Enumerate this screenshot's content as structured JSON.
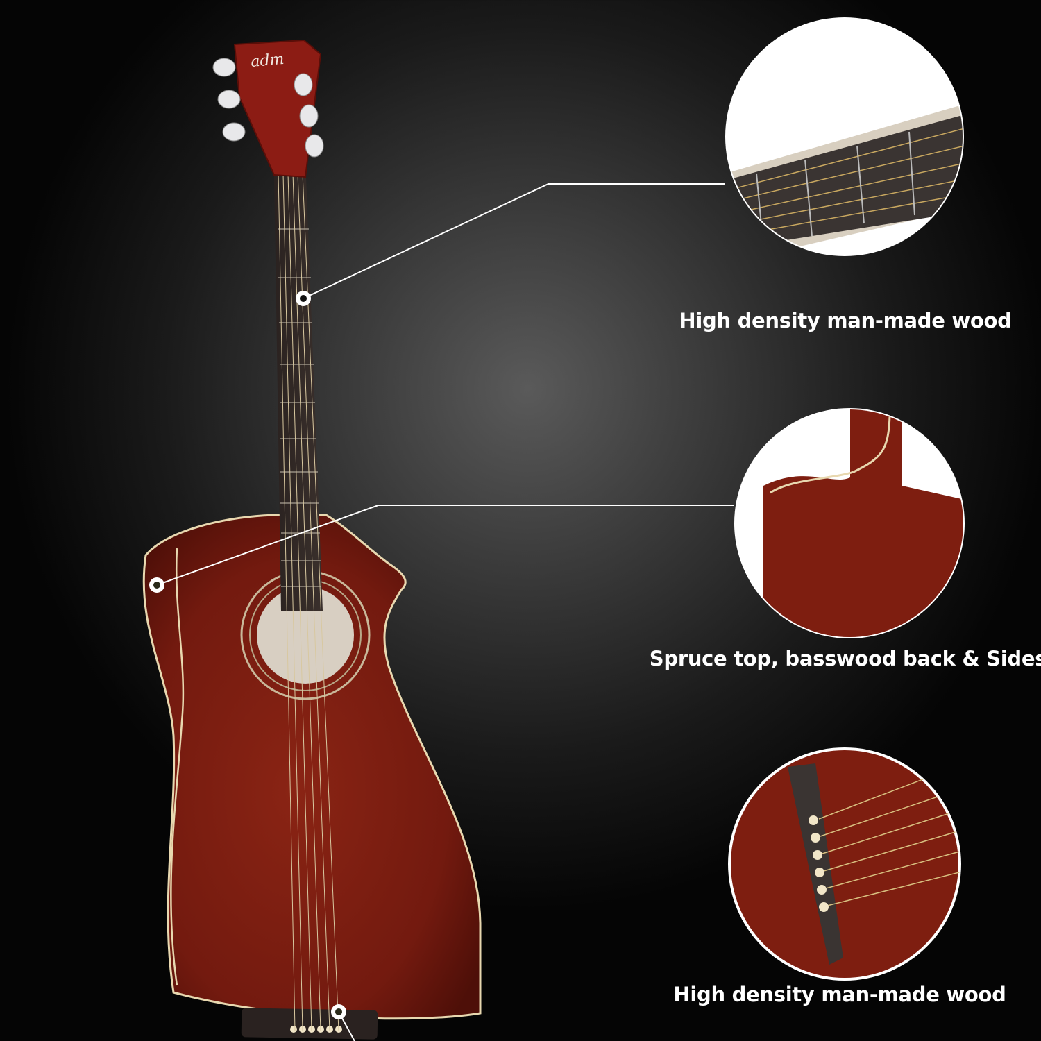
{
  "brand_logo": "adm",
  "features": [
    {
      "label": "High density man-made wood",
      "part": "fretboard"
    },
    {
      "label": "Spruce top, basswood back & Sides",
      "part": "body"
    },
    {
      "label": "High density man-made wood",
      "part": "bridge"
    }
  ],
  "colors": {
    "body": "#7a1a10",
    "callout_line": "#ffffff",
    "background": "#111111"
  }
}
